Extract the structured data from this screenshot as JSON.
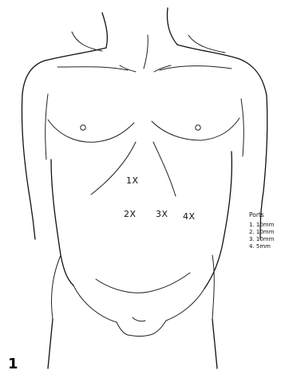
{
  "figure": {
    "number": "1"
  },
  "ports": [
    {
      "marker": "1X"
    },
    {
      "marker": "2X"
    },
    {
      "marker": "3X"
    },
    {
      "marker": "4X"
    }
  ],
  "legend": {
    "title": "Ports",
    "items": [
      {
        "label": "1. 10mm"
      },
      {
        "label": "2. 10mm"
      },
      {
        "label": "3. 10mm"
      },
      {
        "label": "4. 5mm"
      }
    ]
  }
}
